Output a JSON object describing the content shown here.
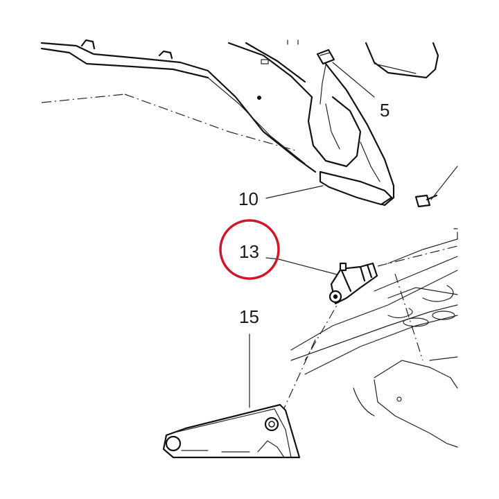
{
  "parts": {
    "p5": "5",
    "p10": "10",
    "p13": "13",
    "p15": "15"
  },
  "highlight": {
    "part": "13",
    "color": "#d0162b"
  }
}
